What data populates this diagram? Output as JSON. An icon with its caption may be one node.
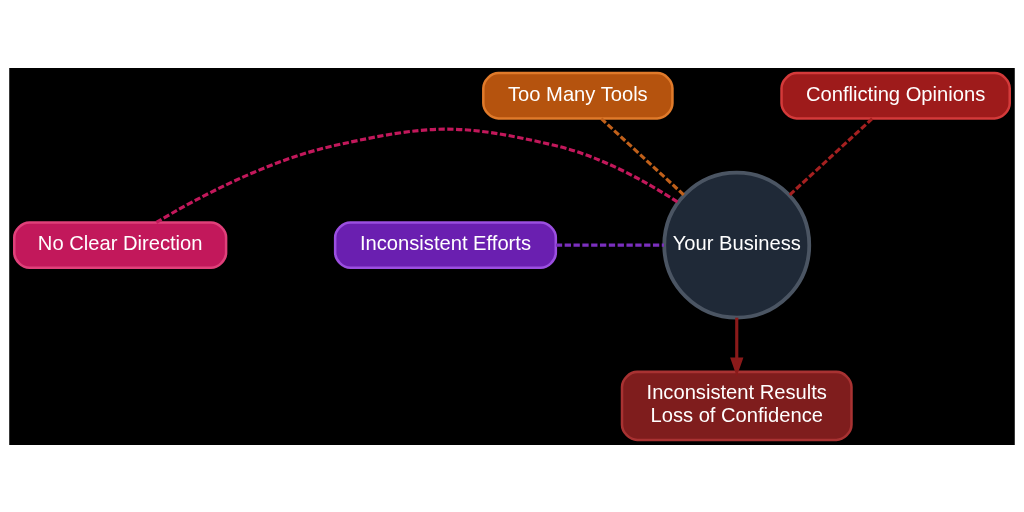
{
  "diagram": {
    "nodes": [
      {
        "text": [
          "Too Many Tools"
        ]
      },
      {
        "text": [
          "Conflicting Opinions"
        ]
      },
      {
        "text": [
          "Your Business"
        ]
      },
      {
        "text": [
          "No Clear Direction"
        ]
      },
      {
        "text": [
          "Inconsistent Efforts"
        ]
      },
      {
        "text": [
          "Inconsistent Results",
          "Loss of Confidence"
        ]
      }
    ],
    "edges": [
      {
        "from": 0,
        "to": 2,
        "arrow": "none",
        "style": "dashed",
        "color": "#c0601a"
      },
      {
        "from": 1,
        "to": 2,
        "arrow": "none",
        "style": "dashed",
        "color": "#a52020"
      },
      {
        "from": 3,
        "to": 2,
        "arrow": "none",
        "style": "dashed",
        "color": "#c2185b"
      },
      {
        "from": 4,
        "to": 2,
        "arrow": "none",
        "style": "dashed",
        "color": "#7b2fbe"
      },
      {
        "from": 2,
        "to": 5,
        "arrow": "to",
        "color": "#8b1a1a"
      }
    ]
  }
}
